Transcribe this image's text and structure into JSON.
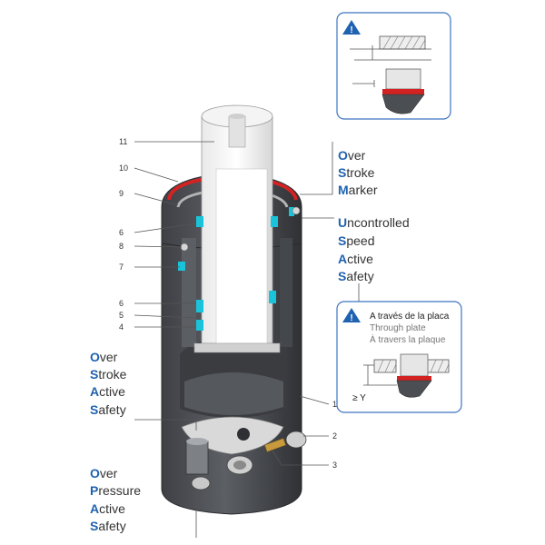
{
  "part_numbers": [
    "11",
    "10",
    "9",
    "6",
    "8",
    "7",
    "6",
    "5",
    "4",
    "1",
    "2",
    "3"
  ],
  "labels": {
    "over_stroke_marker": [
      {
        "initial": "O",
        "rest": "ver"
      },
      {
        "initial": "S",
        "rest": "troke"
      },
      {
        "initial": "M",
        "rest": "arker"
      }
    ],
    "uncontrolled_speed": [
      {
        "initial": "U",
        "rest": "ncontrolled"
      },
      {
        "initial": "S",
        "rest": "peed"
      },
      {
        "initial": "A",
        "rest": "ctive"
      },
      {
        "initial": "S",
        "rest": "afety"
      }
    ],
    "over_stroke_active": [
      {
        "initial": "O",
        "rest": "ver"
      },
      {
        "initial": "S",
        "rest": "troke"
      },
      {
        "initial": "A",
        "rest": "ctive"
      },
      {
        "initial": "S",
        "rest": "afety"
      }
    ],
    "over_pressure": [
      {
        "initial": "O",
        "rest": "ver"
      },
      {
        "initial": "P",
        "rest": "ressure"
      },
      {
        "initial": "A",
        "rest": "ctive"
      },
      {
        "initial": "S",
        "rest": "afety"
      }
    ]
  },
  "through_plate_box": {
    "title": "A través de la placa",
    "line2": "Through plate",
    "line3": "À travers la plaque",
    "dimension": "≥ Y"
  },
  "colors": {
    "accent_blue": "#1f62b0",
    "seal_red": "#d42222",
    "seal_cyan": "#19c3d9",
    "body_dark": "#4b4e53"
  },
  "icons": [
    "warning-icon",
    "warning-icon"
  ]
}
